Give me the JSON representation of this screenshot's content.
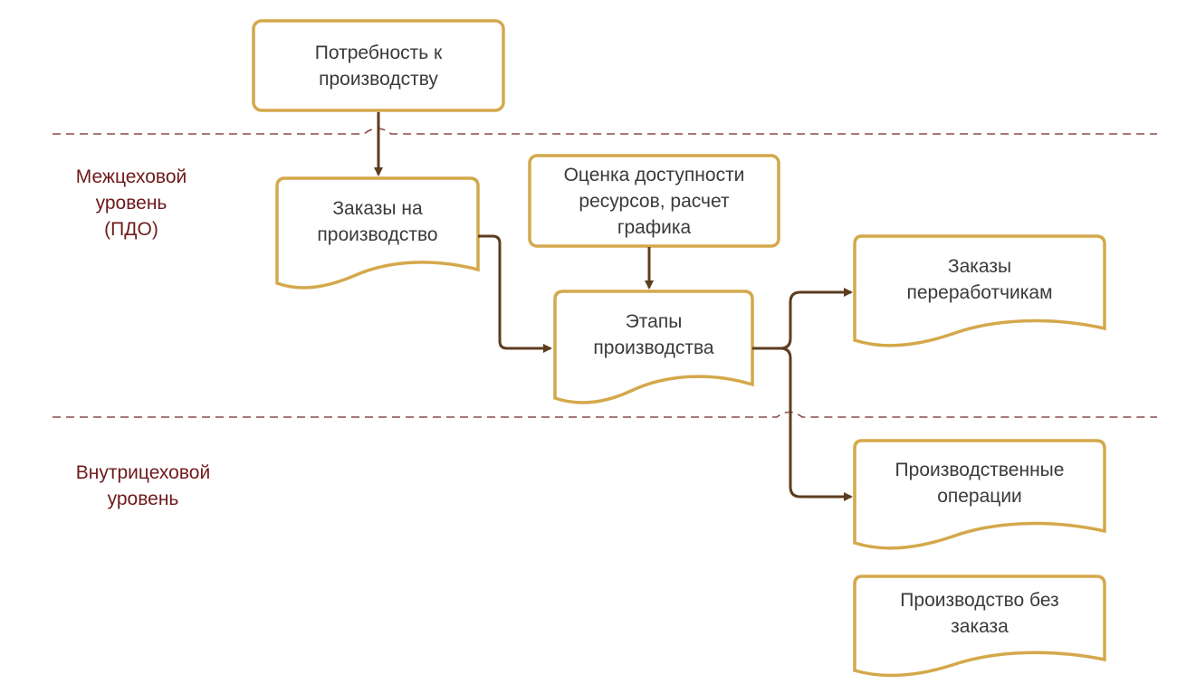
{
  "levels": {
    "inter_shop": "Межцеховой\nуровень\n(ПДО)",
    "intra_shop": "Внутрицеховой\nуровень"
  },
  "nodes": {
    "need": "Потребность к\nпроизводству",
    "orders": "Заказы на\nпроизводство",
    "assessment": "Оценка доступности\nресурсов, расчет\nграфика",
    "stages": "Этапы\nпроизводства",
    "processor_orders": "Заказы\nпереработчикам",
    "operations": "Производственные\nоперации",
    "no_order": "Производство без\nзаказа"
  },
  "colors": {
    "box_border": "#d4a84b",
    "arrow": "#5c3d1f",
    "divider": "#8a4a4a",
    "level_text": "#6e1a1a",
    "node_text": "#3a3a3a"
  }
}
